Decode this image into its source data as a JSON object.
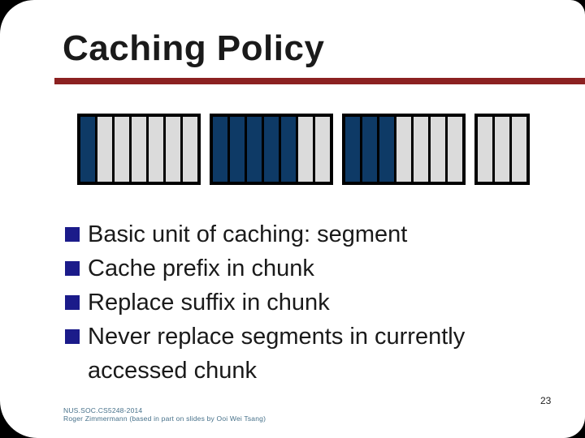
{
  "slide": {
    "title": "Caching Policy",
    "page_number": "23",
    "footer_line1": "NUS.SOC.CS5248-2014",
    "footer_line2": "Roger Zimmermann (based in part on slides by Ooi Wei Tsang)"
  },
  "bullets": [
    {
      "label": "Basic unit of caching: segment"
    },
    {
      "label": "Cache prefix in chunk"
    },
    {
      "label": "Replace suffix in chunk"
    },
    {
      "label": "Never replace segments in currently accessed chunk"
    }
  ],
  "chunk_diagram": {
    "description": "Four chunks made of segments; filled segments are cached prefix, empty segments are uncached suffix",
    "groups": [
      {
        "name": "chunk-1",
        "segments": [
          "filled",
          "empty",
          "empty",
          "empty",
          "empty",
          "empty",
          "empty"
        ]
      },
      {
        "name": "chunk-2",
        "segments": [
          "filled",
          "filled",
          "filled",
          "filled",
          "filled",
          "empty",
          "empty"
        ]
      },
      {
        "name": "chunk-3",
        "segments": [
          "filled",
          "filled",
          "filled",
          "empty",
          "empty",
          "empty",
          "empty"
        ]
      },
      {
        "name": "chunk-4",
        "segments": [
          "empty",
          "empty",
          "empty"
        ]
      }
    ]
  },
  "colors": {
    "accent_rule": "#8C2121",
    "segment_filled": "#0E3A66",
    "segment_empty": "#DBDBDB",
    "bullet_square": "#1B1B8A",
    "footer_text": "#47718A"
  }
}
